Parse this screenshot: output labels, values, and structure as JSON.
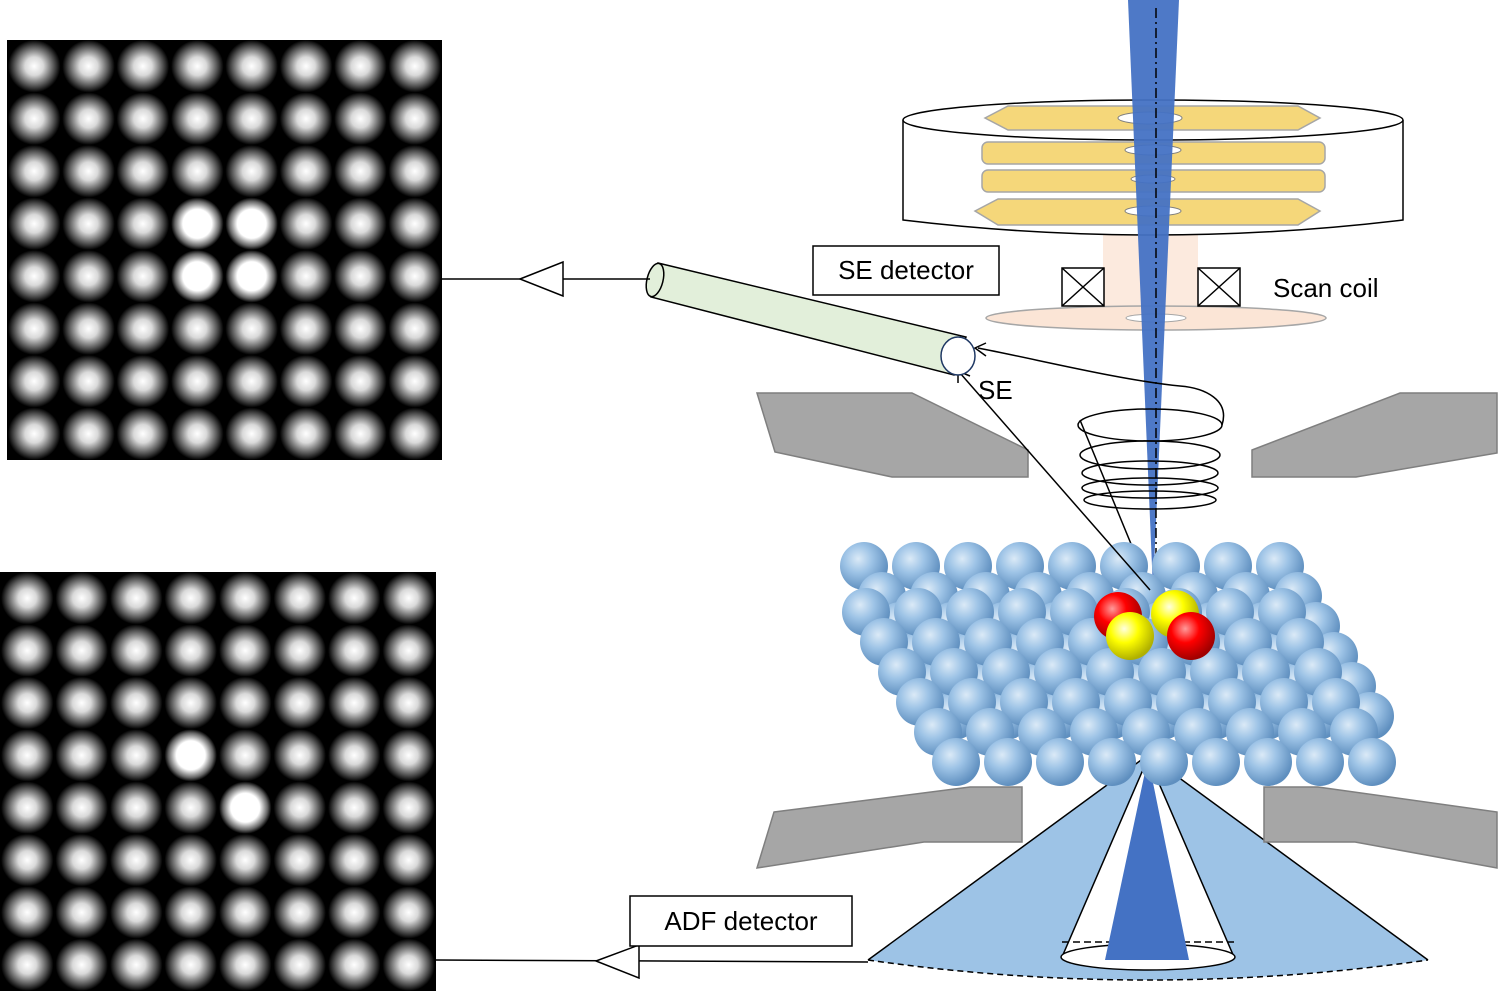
{
  "labels": {
    "se_detector": "SE detector",
    "scan_coil": "Scan coil",
    "se": "SE",
    "adf_detector": "ADF detector"
  },
  "images": {
    "se_image": {
      "rows": 8,
      "cols": 8,
      "bright_spots": [
        [
          3,
          3
        ],
        [
          3,
          4
        ],
        [
          4,
          3
        ],
        [
          4,
          4
        ]
      ]
    },
    "adf_image": {
      "rows": 8,
      "cols": 8,
      "bright_spots": [
        [
          3,
          3
        ],
        [
          4,
          4
        ]
      ]
    }
  },
  "colors": {
    "beam": "#4472c4",
    "lens_plate": "#f5d77a",
    "coil_bore": "#fbe5d6",
    "pole_piece": "#a6a6a6",
    "detector_tube": "#e2efda",
    "atom_substrate": "#9dc3e6",
    "atom_red": "#ff0000",
    "atom_yellow": "#ffff00",
    "adf_cone": "#9dc3e6"
  },
  "specimen": {
    "rows": 6,
    "cols": 9
  }
}
